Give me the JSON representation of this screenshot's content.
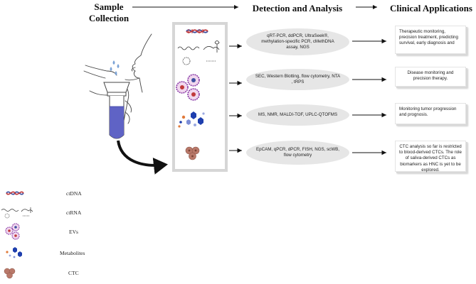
{
  "headers": {
    "sample_collection": "Sample Collection",
    "detection": "Detection and Analysis",
    "clinical": "Clinical Applications"
  },
  "detection_methods": [
    "qRT-PCR, ddPCR, UltraSeek®, methylation-specific PCR, cMethDNA assay, NGS",
    "SEC, Western Blotting, flow cytometry, NTA , tRPS",
    "MS, NMR, MALDI-TOF, UPLC-QTOFMS",
    "EpCAM, qPCR, dPCR, FISH, NGS, scWB, flow cytometry"
  ],
  "clinical_applications": [
    "Therapeutic monitoring, precision treatment, predicting survival, early diagnosis and",
    "Disease monitoring and precision therapy.",
    "Monitoring tumor progression and prognosis.",
    "CTC analysis so far is restricted to blood-derived CTCs. The role of saliva-derived CTCs as biomarkers as HNC is yet to be explored."
  ],
  "legend": [
    "ctDNA",
    "ctRNA",
    "EVs",
    "Metabolites",
    "CTC"
  ],
  "colors": {
    "oval_fill": "#e6e6e6",
    "panel_border": "#d6d6d6",
    "dna_red": "#c0393b",
    "dna_blue": "#3d4fa0",
    "ev_purple": "#8a3ca8",
    "metabolite_blue": "#1f3fae",
    "ctc_brown": "#b9796a",
    "tube_blue": "#5f63c5"
  }
}
